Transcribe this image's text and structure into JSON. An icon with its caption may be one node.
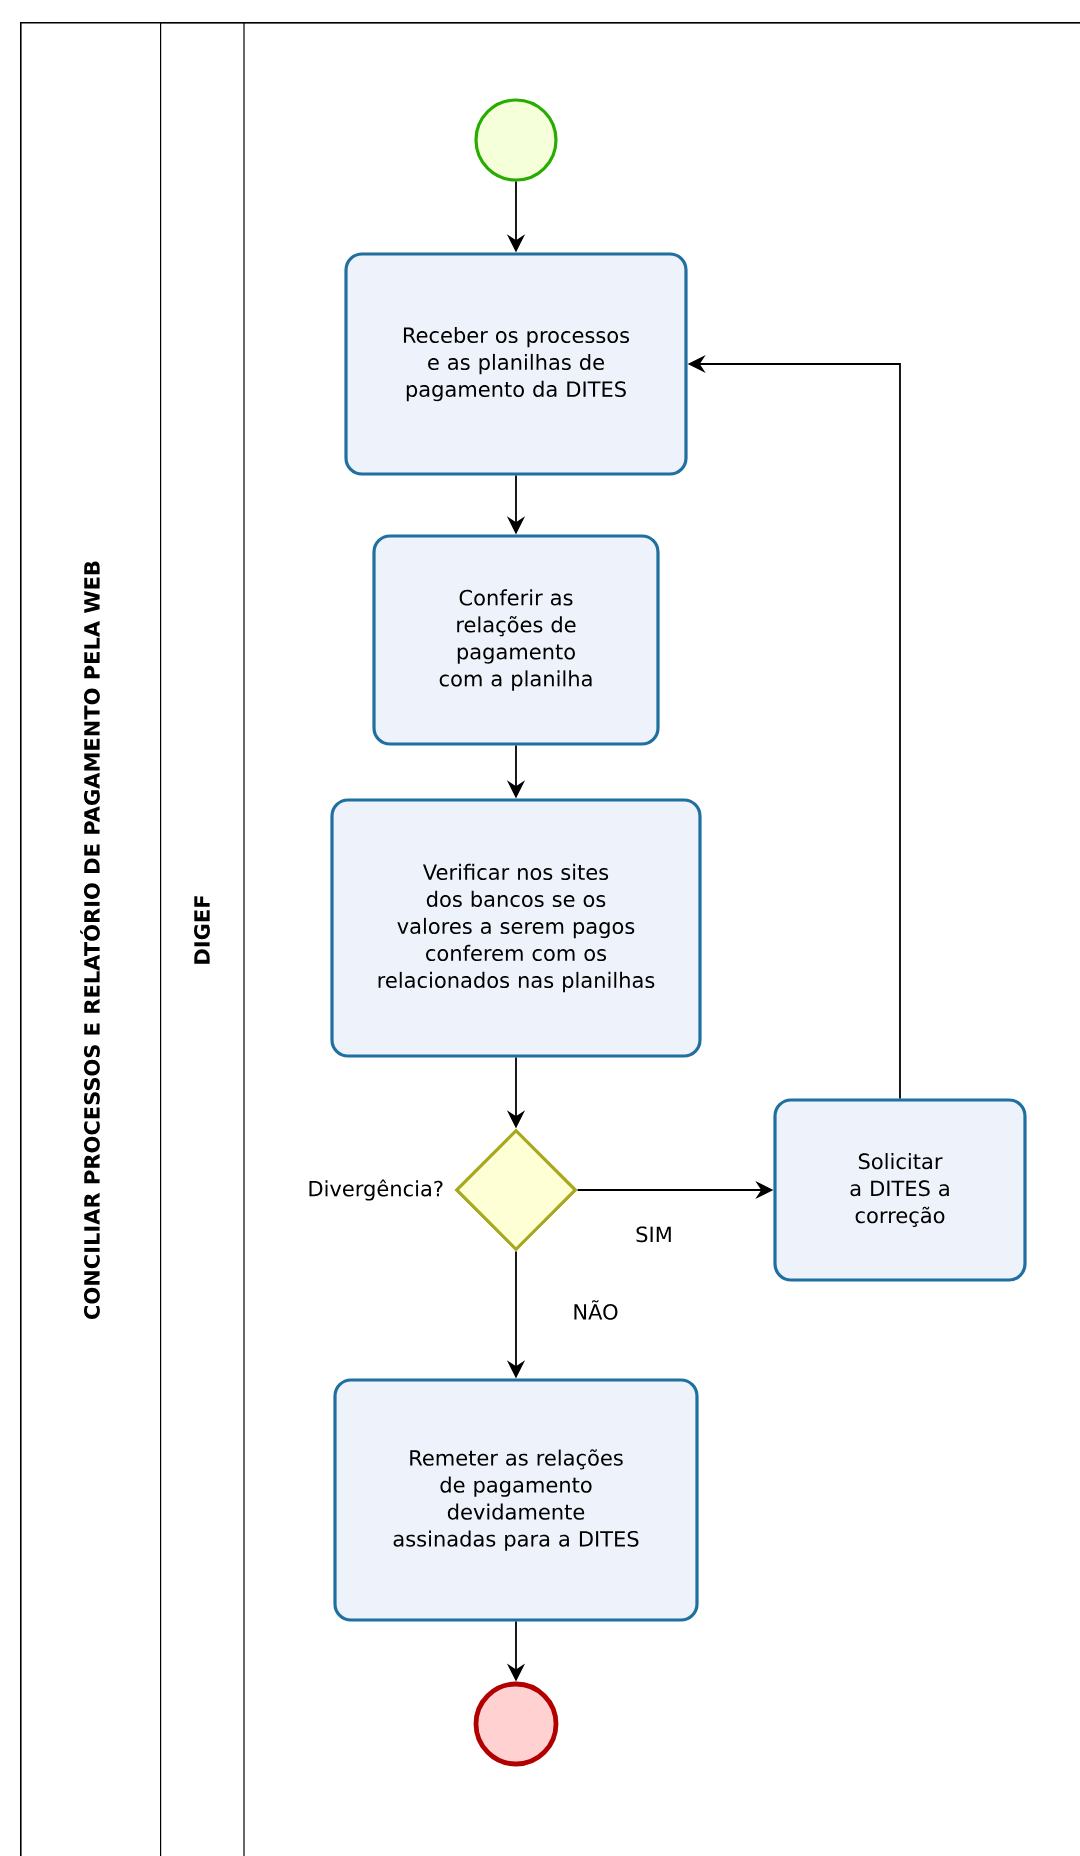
{
  "diagram": {
    "nodes": [
      {
        "text": [
          "CONCILIAR PROCESSOS E RELATÓRIO DE PAGAMENTO PELA WEB"
        ]
      },
      {
        "text": [
          "DIGEF"
        ],
        "in": 0
      },
      {
        "text": [],
        "shape": "circle",
        "in": 1
      },
      {
        "text": [
          "Receber os processos e as planilhas de pagamento da DITES"
        ],
        "in": 1
      },
      {
        "text": [
          "Conferir as relações de pagamento com a planilha"
        ],
        "in": 1
      },
      {
        "text": [
          "Verificar nos sites dos bancos se os valores a serem pagos conferem com os relacionados nas planilhas"
        ],
        "in": 1
      },
      {
        "text": [
          "Divergência?"
        ],
        "in": 1
      },
      {
        "text": [
          "Solicitar a DITES a correção"
        ],
        "in": 1
      },
      {
        "text": [
          "Remeter as relações de pagamento devidamente assinadas para a DITES"
        ],
        "in": 1
      },
      {
        "text": [],
        "shape": "circle",
        "in": 1
      }
    ],
    "edges": [
      {
        "from": 2,
        "to": 3,
        "arrow": "to"
      },
      {
        "from": 3,
        "to": 4,
        "arrow": "to"
      },
      {
        "from": 4,
        "to": 5,
        "arrow": "to"
      },
      {
        "from": 5,
        "to": 6,
        "arrow": "to"
      },
      {
        "from": 6,
        "to": 7,
        "arrow": "to",
        "label": "SIM"
      },
      {
        "from": 6,
        "to": 8,
        "arrow": "to",
        "label": "NÃO"
      },
      {
        "from": 7,
        "to": 3,
        "arrow": "to"
      },
      {
        "from": 8,
        "to": 9,
        "arrow": "to"
      }
    ]
  }
}
